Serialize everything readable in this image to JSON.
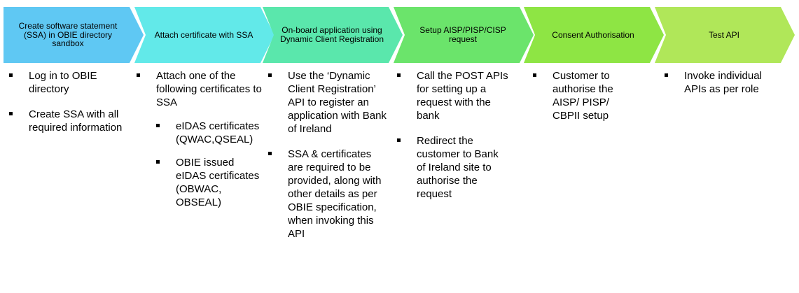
{
  "steps": [
    {
      "title": "Create software statement (SSA) in OBIE directory sandbox",
      "color": "#5fc8f3",
      "items": [
        {
          "text": "Log in to OBIE directory"
        },
        {
          "text": "Create SSA with all required information"
        }
      ]
    },
    {
      "title": "Attach certificate with SSA",
      "color": "#62e9e9",
      "items": [
        {
          "text": "Attach one of the following certificates to SSA",
          "sub": [
            "eIDAS certificates (QWAC,QSEAL)",
            "OBIE issued eIDAS certificates (OBWAC, OBSEAL)"
          ]
        }
      ]
    },
    {
      "title": "On-board application using Dynamic Client Registration",
      "color": "#5ae7ac",
      "items": [
        {
          "text": "Use the ‘Dynamic Client Registration’ API to register an application with Bank of Ireland"
        },
        {
          "text": "SSA & certificates are required to be provided, along with other details as per OBIE specification, when invoking this API"
        }
      ]
    },
    {
      "title": "Setup AISP/PISP/CISP request",
      "color": "#6be46b",
      "items": [
        {
          "text": "Call the POST APIs for setting up a request with the bank"
        },
        {
          "text": "Redirect the customer to Bank of Ireland site to authorise the request"
        }
      ]
    },
    {
      "title": "Consent Authorisation",
      "color": "#8ee544",
      "items": [
        {
          "text": "Customer to authorise the AISP/ PISP/ CBPII setup"
        }
      ]
    },
    {
      "title": "Test API",
      "color": "#b0e759",
      "items": [
        {
          "text": "Invoke individual APIs as per role"
        }
      ]
    }
  ]
}
